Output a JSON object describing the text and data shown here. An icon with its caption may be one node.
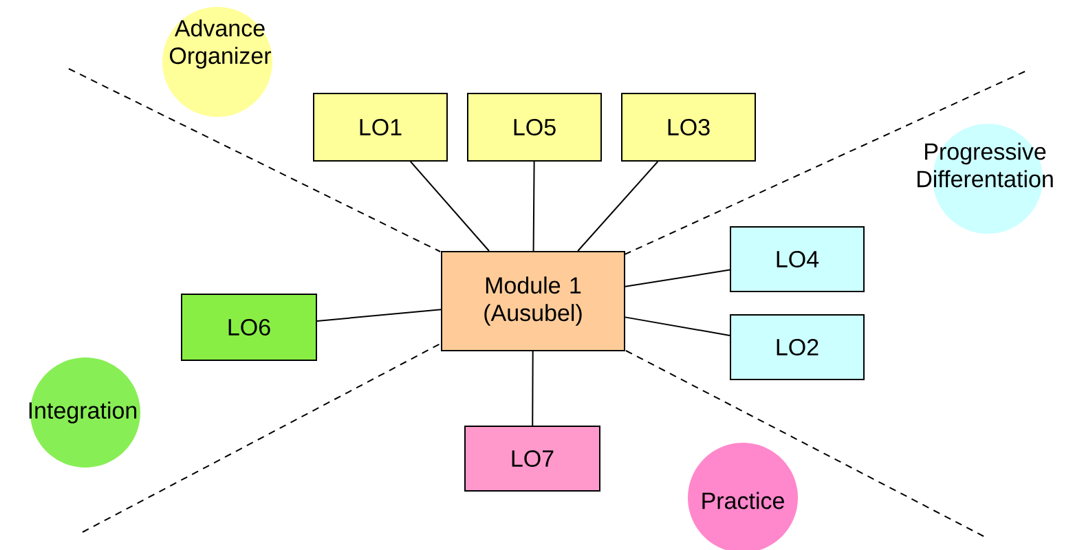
{
  "diagram": {
    "nodes": [
      {
        "text": [
          "Advance Organizer"
        ]
      },
      {
        "text": [
          "Progressive Differentation"
        ]
      },
      {
        "text": [
          "Integration"
        ]
      },
      {
        "text": [
          "Practice"
        ]
      },
      {
        "text": [
          "Module 1 (Ausubel)"
        ]
      },
      {
        "text": [
          "LO1"
        ]
      },
      {
        "text": [
          "LO5"
        ]
      },
      {
        "text": [
          "LO3"
        ]
      },
      {
        "text": [
          "LO4"
        ]
      },
      {
        "text": [
          "LO2"
        ]
      },
      {
        "text": [
          "LO6"
        ]
      },
      {
        "text": [
          "LO7"
        ]
      }
    ],
    "edges": [
      {
        "from": 4,
        "to": 5,
        "arrow": "none"
      },
      {
        "from": 4,
        "to": 6,
        "arrow": "none"
      },
      {
        "from": 4,
        "to": 7,
        "arrow": "none"
      },
      {
        "from": 4,
        "to": 8,
        "arrow": "none"
      },
      {
        "from": 4,
        "to": 9,
        "arrow": "none"
      },
      {
        "from": 4,
        "to": 10,
        "arrow": "none"
      },
      {
        "from": 4,
        "to": 11,
        "arrow": "none"
      }
    ]
  }
}
